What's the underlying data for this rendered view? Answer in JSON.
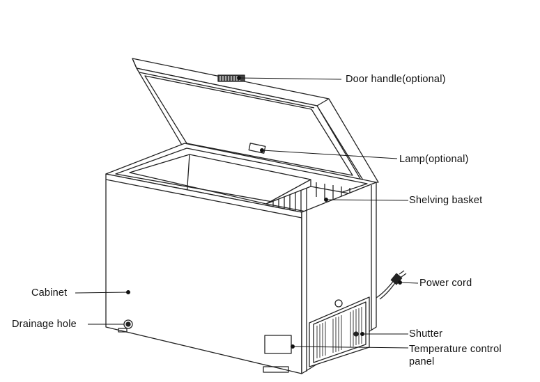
{
  "labels": {
    "door_handle": "Door handle(optional)",
    "lamp": "Lamp(optional)",
    "shelving_basket": "Shelving basket",
    "power_cord": "Power cord",
    "shutter": "Shutter",
    "temperature_control_line1": "Temperature control",
    "temperature_control_line2": "panel",
    "cabinet": "Cabinet",
    "drainage_hole": "Drainage hole"
  }
}
